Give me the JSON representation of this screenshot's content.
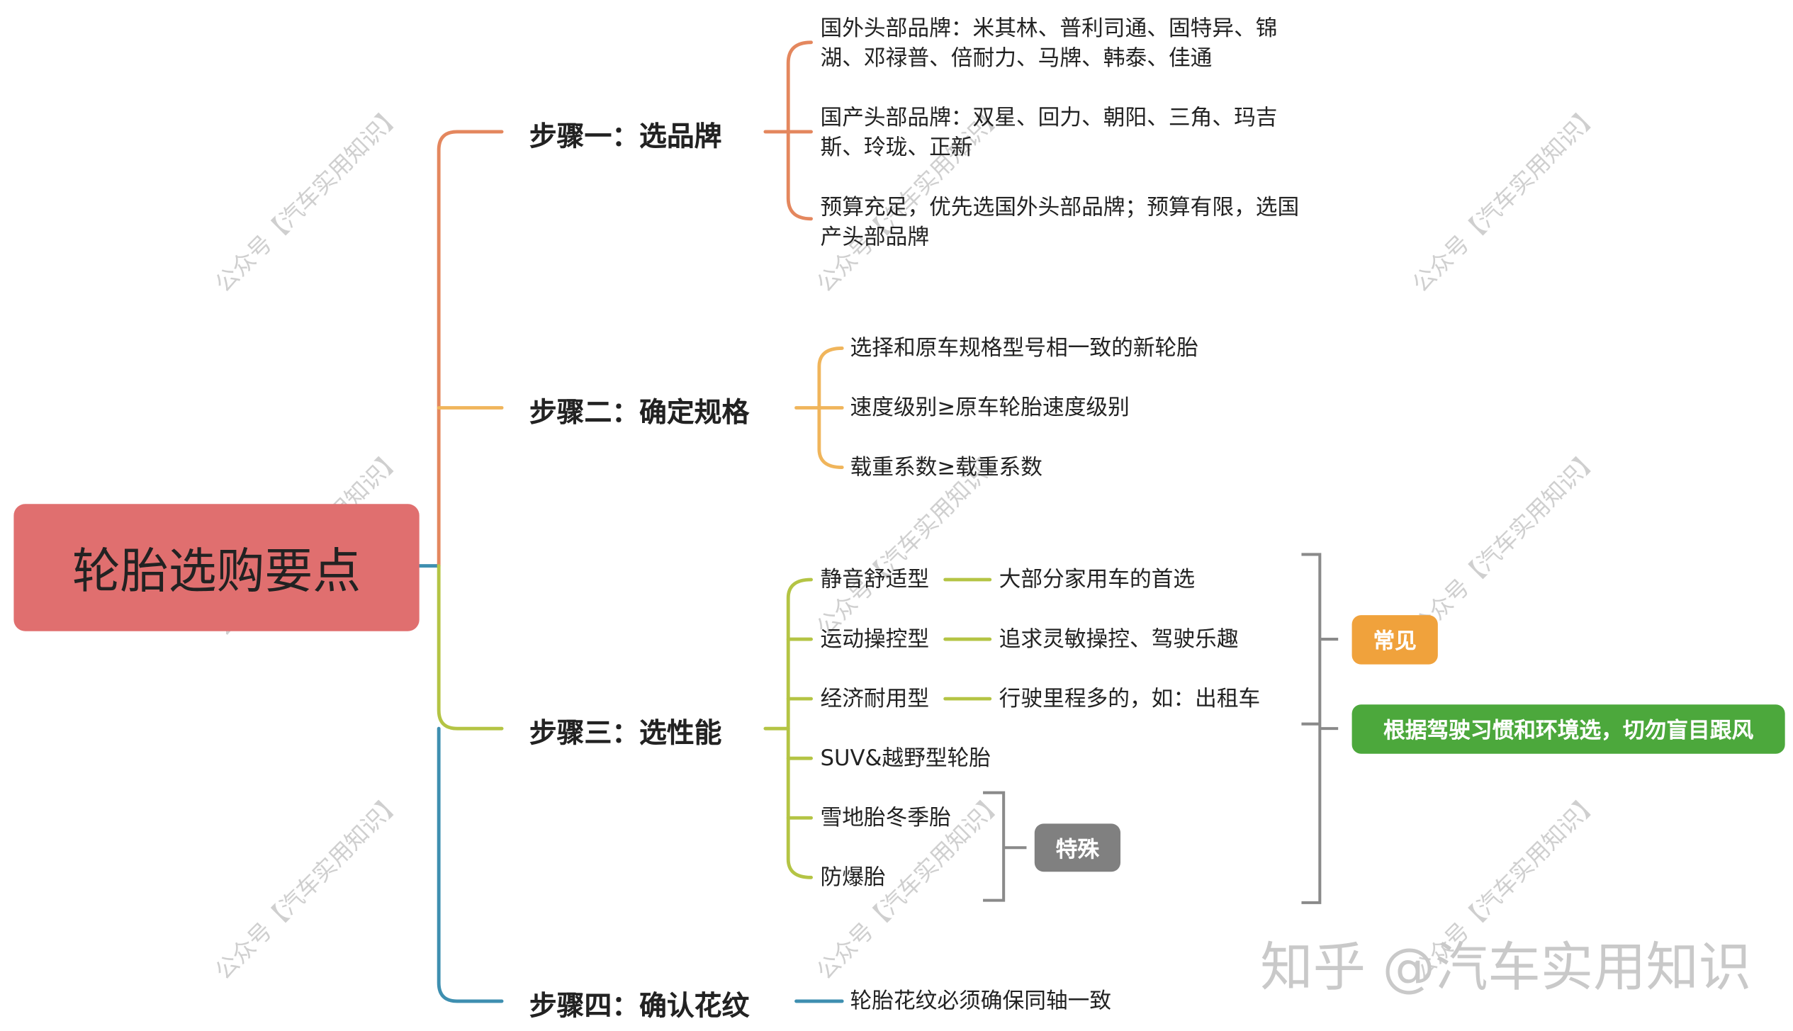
{
  "root": {
    "label": "轮胎选购要点"
  },
  "colors": {
    "root": "#e06f6f",
    "step1": "#e4875e",
    "step2": "#f0b55b",
    "step3": "#b4c444",
    "step4": "#3e8fb0",
    "common": "#f0a23c",
    "advice": "#4ca83c",
    "special": "#808080",
    "bracket": "#8a8a8a"
  },
  "steps": [
    {
      "title": "步骤一：选品牌",
      "items": [
        "国外头部品牌：米其林、普利司通、固特异、锦湖、邓禄普、倍耐力、马牌、韩泰、佳通",
        "国产头部品牌：双星、回力、朝阳、三角、玛吉斯、玲珑、正新",
        "预算充足，优先选国外头部品牌；预算有限，选国产头部品牌"
      ]
    },
    {
      "title": "步骤二：确定规格",
      "items": [
        "选择和原车规格型号相一致的新轮胎",
        "速度级别≥原车轮胎速度级别",
        "载重系数≥载重系数"
      ]
    },
    {
      "title": "步骤三：选性能",
      "items": [
        {
          "name": "静音舒适型",
          "desc": "大部分家用车的首选"
        },
        {
          "name": "运动操控型",
          "desc": "追求灵敏操控、驾驶乐趣"
        },
        {
          "name": "经济耐用型",
          "desc": "行驶里程多的，如：出租车"
        },
        {
          "name": "SUV&越野型轮胎"
        },
        {
          "name": "雪地胎冬季胎"
        },
        {
          "name": "防爆胎"
        }
      ]
    },
    {
      "title": "步骤四：确认花纹",
      "items": [
        "轮胎花纹必须确保同轴一致"
      ]
    }
  ],
  "tags": {
    "common": "常见",
    "advice": "根据驾驶习惯和环境选，切勿盲目跟风",
    "special": "特殊"
  },
  "watermark": "公众号【汽车实用知识】",
  "credit": "知乎 @汽车实用知识"
}
